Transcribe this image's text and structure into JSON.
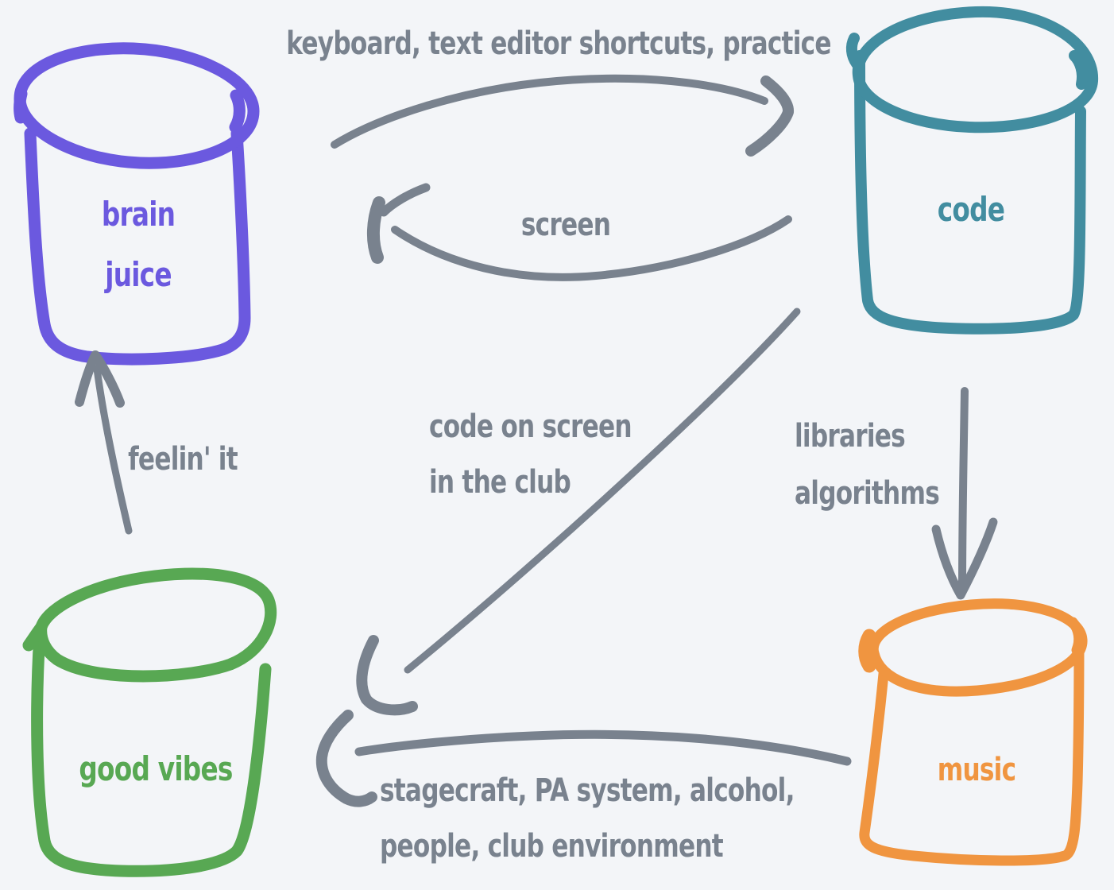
{
  "background": "#f3f5f8",
  "ink_color": "#79828e",
  "buckets": {
    "brain_juice": {
      "label": "brain juice",
      "lines": [
        "brain",
        "juice"
      ],
      "color": "#6b59df"
    },
    "code": {
      "label": "code",
      "lines": [
        "code"
      ],
      "color": "#428da0"
    },
    "good_vibes": {
      "label": "good vibes",
      "lines": [
        "good vibes"
      ],
      "color": "#58a853"
    },
    "music": {
      "label": "music",
      "lines": [
        "music"
      ],
      "color": "#f09540"
    }
  },
  "arrows": {
    "brain_to_code": {
      "from": "brain juice",
      "to": "code",
      "label": "keyboard, text editor shortcuts, practice"
    },
    "code_to_brain": {
      "from": "code",
      "to": "brain juice",
      "label": "screen"
    },
    "code_to_good_vibes": {
      "from": "code",
      "to": "good vibes",
      "label": "code on screen in the club",
      "lines": [
        "code on screen",
        "in the club"
      ]
    },
    "code_to_music": {
      "from": "code",
      "to": "music",
      "label": "libraries algorithms",
      "lines": [
        "libraries",
        "algorithms"
      ]
    },
    "music_to_good_vibes": {
      "from": "music",
      "to": "good vibes",
      "label": "stagecraft, PA system, alcohol, people, club environment",
      "lines": [
        "stagecraft, PA system, alcohol,",
        "people, club environment"
      ]
    },
    "good_vibes_to_brain": {
      "from": "good vibes",
      "to": "brain juice",
      "label": "feelin' it"
    }
  }
}
